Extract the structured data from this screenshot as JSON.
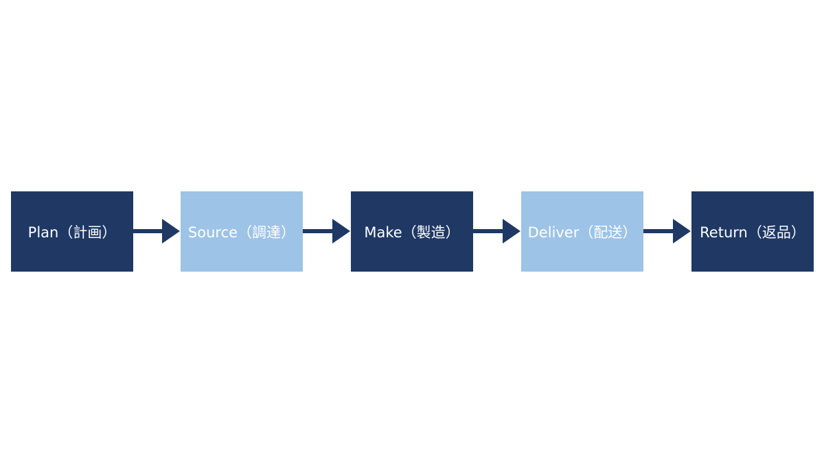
{
  "steps": [
    {
      "label": "Plan（計画）"
    },
    {
      "label": "Source（調達）"
    },
    {
      "label": "Make（製造）"
    },
    {
      "label": "Deliver（配送）"
    },
    {
      "label": "Return（返品）"
    }
  ],
  "colors": {
    "dark": "#1f3864",
    "light": "#9dc3e6",
    "arrow": "#1f3864",
    "text": "#ffffff"
  }
}
